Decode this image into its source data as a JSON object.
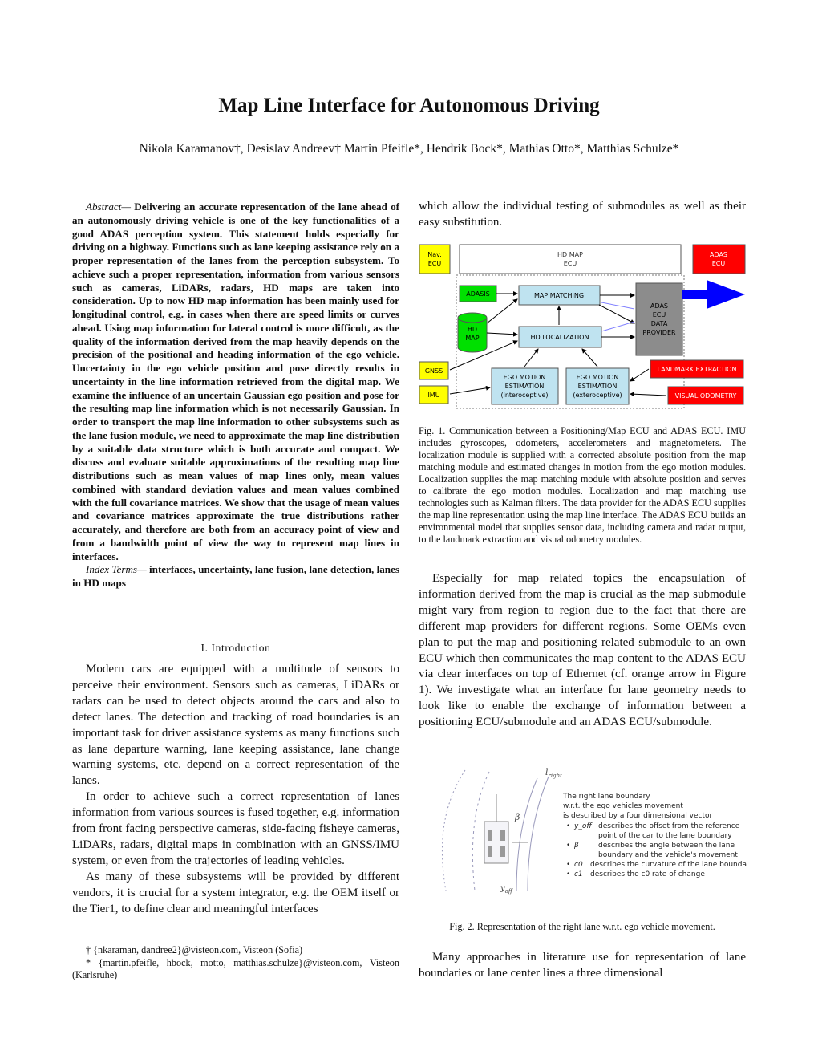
{
  "paper": {
    "title": "Map Line Interface for Autonomous Driving",
    "authors": "Nikola Karamanov†, Desislav Andreev†   Martin Pfeifle*, Hendrik Bock*, Mathias Otto*, Matthias Schulze*"
  },
  "abstract": {
    "lead": "Abstract—",
    "text": " Delivering an accurate representation of the lane ahead of an autonomously driving vehicle is one of the key functionalities of a good ADAS perception system. This statement holds especially for driving on a highway. Functions such as lane keeping assistance rely on a proper representation of the lanes from the perception subsystem. To achieve such a proper representation, information from various sensors such as cameras, LiDARs, radars, HD maps are taken into consideration. Up to now HD map information has been mainly used for longitudinal control, e.g. in cases when there are speed limits or curves ahead. Using map information for lateral control is more difficult, as the quality of the information derived from the map heavily depends on the precision of the positional and heading information of the ego vehicle. Uncertainty in the ego vehicle position and pose directly results in uncertainty in the line information retrieved from the digital map. We examine the influence of an uncertain Gaussian ego position and pose for the resulting map line information which is not necessarily Gaussian. In order to transport the map line information to other subsystems such as the lane fusion module, we need to approximate the map line distribution by a suitable data structure which is both accurate and compact. We discuss and evaluate suitable approximations of the resulting map line distributions such as mean values of map lines only, mean values combined with standard deviation values and mean values combined with the full covariance matrices. We show that the usage of mean values and covariance matrices approximate the true distributions rather accurately, and therefore are both from an accuracy point of view and from a bandwidth point of view the way to represent map lines in interfaces."
  },
  "index_terms": {
    "lead": "Index Terms—",
    "text": " interfaces, uncertainty, lane fusion, lane detection, lanes in HD maps"
  },
  "section1": {
    "heading": "I. Introduction",
    "p1": "Modern cars are equipped with a multitude of sensors to perceive their environment. Sensors such as cameras, LiDARs or radars can be used to detect objects around the cars and also to detect lanes. The detection and tracking of road boundaries is an important task for driver assistance systems as many functions such as lane departure warning, lane keeping assistance, lane change warning systems, etc. depend on a correct representation of the lanes.",
    "p2": "In order to achieve such a correct representation of lanes information from various sources is fused together, e.g. information from front facing perspective cameras, side-facing fisheye cameras, LiDARs, radars, digital maps in combination with an GNSS/IMU system, or even from the trajectories of leading vehicles.",
    "p3": "As many of these subsystems will be provided by different vendors, it is crucial for a system integrator, e.g. the OEM itself or the Tier1, to define clear and meaningful interfaces"
  },
  "footnotes": {
    "f1": "† {nkaraman, dandree2}@visteon.com, Visteon (Sofia)",
    "f2": "* {martin.pfeifle, hbock, motto, matthias.schulze}@visteon.com, Visteon (Karlsruhe)"
  },
  "right_col": {
    "cont": "which allow the individual testing of submodules as well as their easy substitution.",
    "p_map": "Especially for map related topics the encapsulation of information derived from the map is crucial as the map submodule might vary from region to region due to the fact that there are different map providers for different regions. Some OEMs even plan to put the map and positioning related submodule to an own ECU which then communicates the map content to the ADAS ECU via clear interfaces on top of Ethernet (cf. orange arrow in Figure 1). We investigate what an interface for lane geometry needs to look like to enable the exchange of information between a positioning ECU/submodule and an ADAS ECU/submodule.",
    "p_many": "Many approaches in literature use for representation of lane boundaries or lane center lines a three dimensional"
  },
  "fig1": {
    "caption": "Fig. 1.   Communication between a Positioning/Map ECU and ADAS ECU. IMU includes gyroscopes, odometers, accelerometers and magnetometers. The localization module is supplied with a corrected absolute position from the map matching module and estimated changes in motion from the ego motion modules. Localization supplies the map matching module with absolute position and serves to calibrate the ego motion modules. Localization and map matching use technologies such as Kalman filters. The data provider for the ADAS ECU supplies the map line representation using the map line interface. The ADAS ECU builds an environmental model that supplies sensor data, including camera and radar output, to the landmark extraction and visual odometry modules.",
    "nav_ecu_1": "Nav.",
    "nav_ecu_2": "ECU",
    "hd_map_ecu_1": "HD MAP",
    "hd_map_ecu_2": "ECU",
    "adas_ecu_1": "ADAS",
    "adas_ecu_2": "ECU",
    "adasis": "ADASIS",
    "map_matching": "MAP MATCHING",
    "hd_map_1": "HD",
    "hd_map_2": "MAP",
    "hd_localization": "HD LOCALIZATION",
    "provider_1": "ADAS",
    "provider_2": "ECU",
    "provider_3": "DATA",
    "provider_4": "PROVIDER",
    "gnss": "GNSS",
    "imu": "IMU",
    "ego1_1": "EGO MOTION",
    "ego1_2": "ESTIMATION",
    "ego1_3": "(interoceptive)",
    "ego2_1": "EGO MOTION",
    "ego2_2": "ESTIMATION",
    "ego2_3": "(exteroceptive)",
    "landmark": "LANDMARK EXTRACTION",
    "visual_odometry": "VISUAL ODOMETRY",
    "colors": {
      "yellow": "#ffff00",
      "red": "#ff0000",
      "green": "#00e000",
      "blue_box": "#bfe3f0",
      "provider": "#8c8c8c",
      "arrow_blue": "#0000ff"
    }
  },
  "fig2": {
    "caption": "Fig. 2.   Representation of the right lane w.r.t. ego vehicle movement.",
    "l_right": "l",
    "l_right_sub": "right",
    "beta": "β",
    "y_off_label": "y",
    "y_off_sub": "off",
    "legend_1": "The right lane boundary",
    "legend_2": "w.r.t. the ego vehicles movement",
    "legend_3": "is described by a four dimensional vector",
    "b1_sym": "y_off",
    "b1_1": "describes the offset from the reference",
    "b1_2": "point of the car to the lane boundary",
    "b2_sym": "β",
    "b2_1": "describes the angle between the lane",
    "b2_2": "boundary and the vehicle's movement",
    "b3_sym": "c0",
    "b3_1": "describes the curvature of the lane boundary",
    "b4_sym": "c1",
    "b4_1": "describes the c0 rate of change"
  }
}
